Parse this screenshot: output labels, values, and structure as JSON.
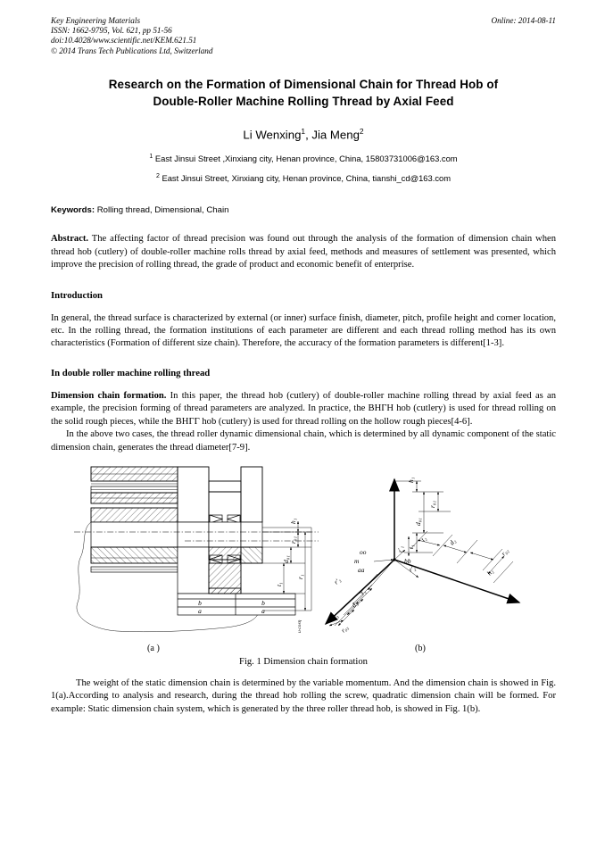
{
  "running_head": {
    "journal": "Key Engineering Materials",
    "issn_line": "ISSN: 1662-9795, Vol. 621, pp 51-56",
    "doi_line": "doi:10.4028/www.scientific.net/KEM.621.51",
    "copyright_line": "© 2014 Trans Tech Publications Ltd, Switzerland",
    "online": "Online: 2014-08-11"
  },
  "title": {
    "line1": "Research on the Formation of Dimensional Chain for Thread Hob of",
    "line2": "Double-Roller Machine Rolling Thread by Axial Feed"
  },
  "authors": {
    "name1": "Li Wenxing",
    "sup1": "1",
    "separator": ", ",
    "name2": "Jia Meng",
    "sup2": "2",
    "affiliation1_sup": "1",
    "affiliation1": "East Jinsui Street ,Xinxiang city, Henan province, China, 15803731006@163.com",
    "affiliation2_sup": "2",
    "affiliation2": "East Jinsui Street, Xinxiang city, Henan province, China, tianshi_cd@163.com"
  },
  "keywords": {
    "label": "Keywords:",
    "value": " Rolling thread, Dimensional, Chain"
  },
  "abstract": {
    "label": "Abstract.",
    "text": " The affecting factor of thread precision was found out through the analysis of the formation of dimension chain when thread hob (cutlery) of double-roller machine rolls thread by axial feed, methods and measures of settlement was presented, which improve the precision of rolling thread, the grade of product and economic benefit of enterprise."
  },
  "sections": {
    "introduction_heading": "Introduction",
    "introduction_text": "In general, the thread surface is characterized by external (or inner) surface finish, diameter, pitch, profile height and corner location, etc. In the rolling thread, the formation institutions of each parameter are different and each thread rolling method has its own characteristics (Formation of different size chain). Therefore, the accuracy of the formation parameters is different[1-3].",
    "section2_heading": "In double roller machine rolling thread",
    "subsection_label": "Dimension chain formation.",
    "subsection_text": " In this paper, the thread hob (cutlery) of double-roller machine rolling thread by axial feed as an example, the precision forming of thread parameters are analyzed. In practice, the ВНГН hob (cutlery) is used for thread rolling on the solid rough pieces, while the ВНГГ hob (cutlery) is used for thread rolling on the hollow rough pieces[4-6].",
    "paragraph_after": "In the above two cases, the thread roller dynamic dimensional chain, which is determined by all dynamic component of the static dimension chain, generates the thread diameter[7-9].",
    "paragraph_final": "The weight of the static dimension chain is determined by the variable momentum. And the dimension chain is showed in Fig. 1(a).According to analysis and research, during the thread hob rolling the screw, quadratic dimension chain will be formed. For example: Static dimension chain system, which is generated by the three roller thread hob, is showed in Fig. 1(b)."
  },
  "figure": {
    "label_a": "(a )",
    "label_b": "(b)",
    "caption": "Fig. 1 Dimension chain formation",
    "diagram_a": {
      "dimension_labels": [
        "h₁",
        "r₀₁",
        "d₀₁",
        "t₁",
        "r₁",
        "и·cosη"
      ],
      "section_labels": [
        "b",
        "a",
        "b",
        "a"
      ]
    },
    "diagram_b": {
      "origin_labels": [
        "oo",
        "m",
        "aa"
      ],
      "axis_labels": [
        "r'₁",
        "r'₂",
        "r'₃",
        "bb"
      ],
      "branch1_labels": [
        "h₁",
        "r₀₁",
        "d₀₁",
        "t₁",
        "r₁"
      ],
      "branch2_labels": [
        "t₂",
        "d₂",
        "r₀₂",
        "h₂"
      ],
      "branch3_labels": [
        "t₃",
        "d₃",
        "h₃",
        "r₀₃"
      ]
    }
  }
}
